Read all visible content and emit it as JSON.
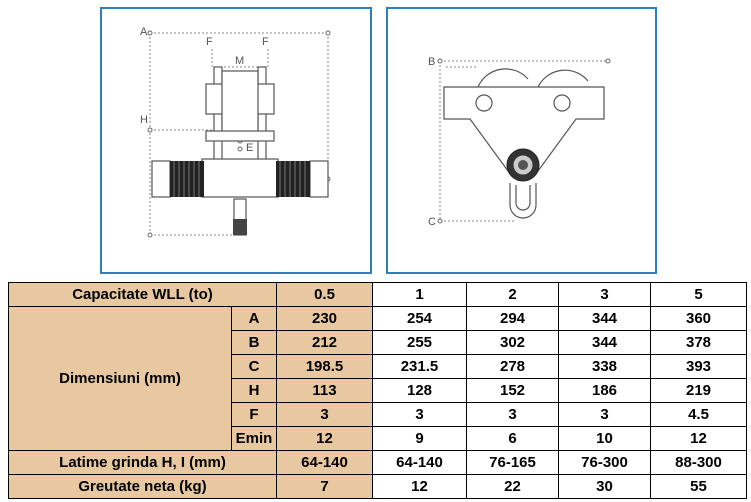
{
  "drawing_left": {
    "labels": {
      "A": "A",
      "F1": "F",
      "F2": "F",
      "M": "M",
      "H": "H",
      "E": "E"
    }
  },
  "drawing_right": {
    "labels": {
      "B": "B",
      "C": "C"
    }
  },
  "table": {
    "header": {
      "label": "Capacitate WLL (to)",
      "values": [
        "0.5",
        "1",
        "2",
        "3",
        "5"
      ]
    },
    "dimension_group": "Dimensiuni (mm)",
    "dimension_rows": [
      {
        "key": "A",
        "values": [
          "230",
          "254",
          "294",
          "344",
          "360"
        ]
      },
      {
        "key": "B",
        "values": [
          "212",
          "255",
          "302",
          "344",
          "378"
        ]
      },
      {
        "key": "C",
        "values": [
          "198.5",
          "231.5",
          "278",
          "338",
          "393"
        ]
      },
      {
        "key": "H",
        "values": [
          "113",
          "128",
          "152",
          "186",
          "219"
        ]
      },
      {
        "key": "F",
        "values": [
          "3",
          "3",
          "3",
          "3",
          "4.5"
        ]
      },
      {
        "key": "Emin",
        "values": [
          "12",
          "9",
          "6",
          "10",
          "12"
        ]
      }
    ],
    "extra_rows": [
      {
        "label": "Latime grinda H, I (mm)",
        "values": [
          "64-140",
          "64-140",
          "76-165",
          "76-300",
          "88-300"
        ]
      },
      {
        "label": "Greutate neta (kg)",
        "values": [
          "7",
          "12",
          "22",
          "30",
          "55"
        ]
      }
    ]
  }
}
